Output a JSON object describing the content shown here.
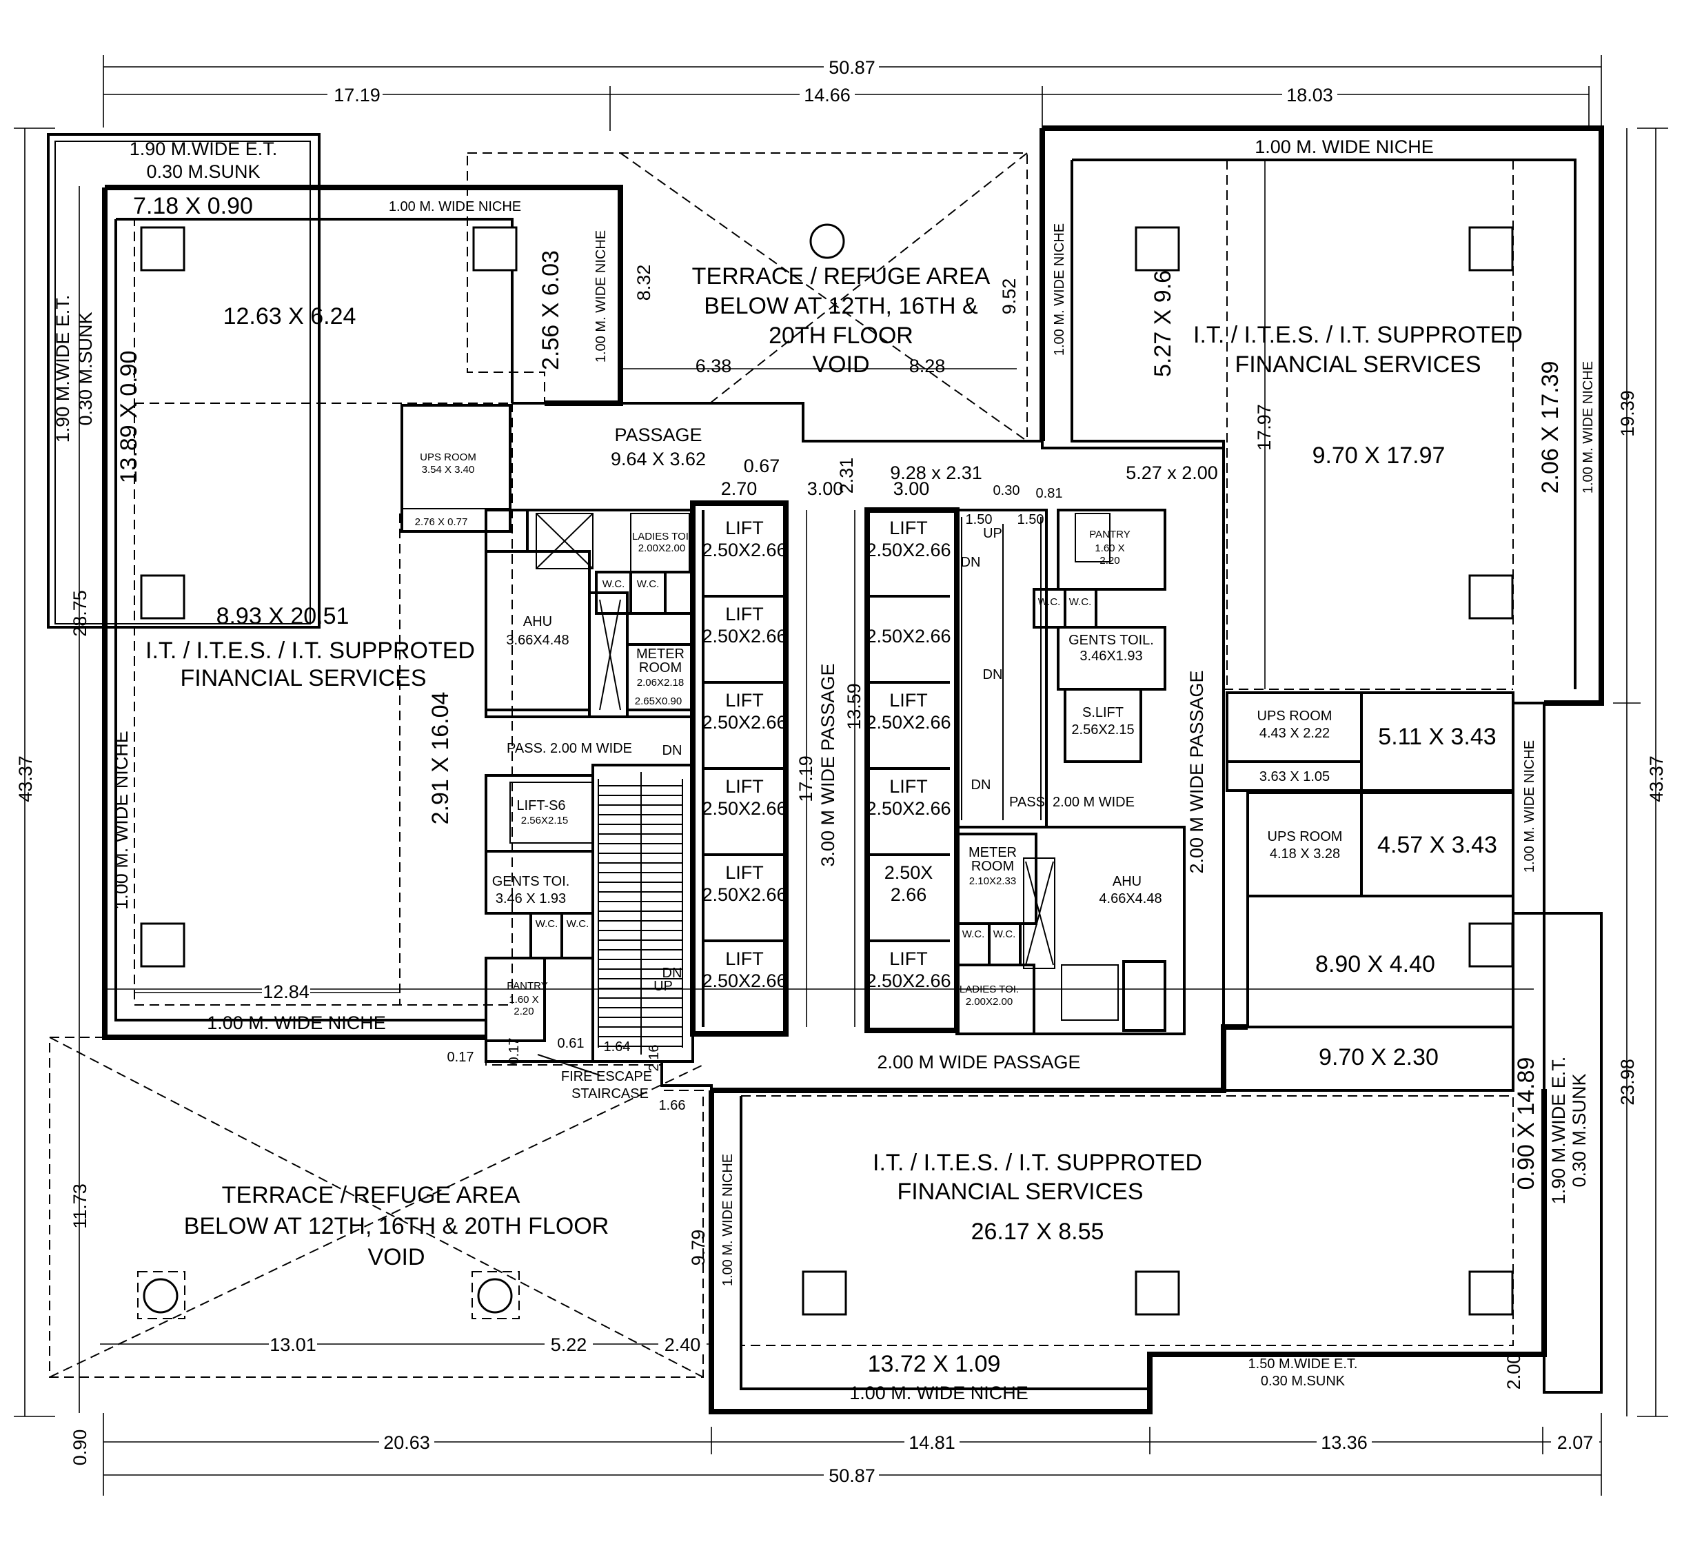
{
  "dimensions": {
    "overall": "50.87",
    "top_segments": [
      "17.19",
      "14.66",
      "18.03"
    ],
    "bottom_segments": [
      "20.63",
      "14.81",
      "13.36",
      "2.07"
    ],
    "overall_bottom": "50.87",
    "left_height": "43.37",
    "right_height": "43.37",
    "right_upper": "19.39",
    "right_lower": "23.98",
    "left_inner": "28.75",
    "left_lower": "11.73",
    "bottom_small": "0.90",
    "right_gap": "2.00",
    "terrace_dims": [
      "13.01",
      "5.22",
      "2.40"
    ],
    "passage_width": "12.84",
    "void_dims": [
      "6.38",
      "8.28",
      "8.32",
      "9.52"
    ],
    "core_height": "17.19",
    "core_left": "13.59",
    "stair_dims": [
      "1.64",
      "1.66",
      "2.16",
      "0.17",
      "0.17",
      "0.61"
    ]
  },
  "rooms": {
    "tl_et": "1.90 M.WIDE E.T.",
    "tl_sunk": "0.30 M.SUNK",
    "left_et": "1.90 M.WIDE E.T.",
    "left_sunk": "0.30 M.SUNK",
    "niche_top_left_dim": "7.18 X 0.90",
    "niche_top_left": "1.00 M. WIDE  NICHE",
    "room_12_63": "12.63 X 6.24",
    "room_2_56": "2.56 X 6.03",
    "niche_vertical_1": "1.00 M. WIDE NICHE",
    "col_13_89": "13.89 X 0.90",
    "ups_room_a": "UPS ROOM",
    "ups_room_a_dim": "3.54 X 3.40",
    "ups_small": "2.76 X 0.77",
    "room_8_93": "8.93 X 20.51",
    "office_left_1": "I.T. / I.T.E.S. / I.T. SUPPROTED",
    "office_left_2": "FINANCIAL  SERVICES",
    "room_2_91": "2.91 X 16.04",
    "niche_left_vertical": "1.00 M. WIDE NICHE",
    "niche_bottom_left": "1.00 M. WIDE  NICHE",
    "terrace_top_1": "TERRACE / REFUGE AREA",
    "terrace_top_2": "BELOW AT 12TH, 16TH &",
    "terrace_top_3": "20TH FLOOR",
    "terrace_top_4": "VOID",
    "passage": "PASSAGE",
    "passage_dim": "9.64 X 3.62",
    "passage_right_dim": "9.28 x 2.31",
    "passage_right_small": "5.27 x 2.00",
    "niche_top_right": "1.00 M. WIDE  NICHE",
    "niche_right_vertical_1": "1.00 M. WIDE NICHE",
    "room_5_27": "5.27 X 9.64",
    "office_tr_1": "I.T. / I.T.E.S. / I.T. SUPPROTED",
    "office_tr_2": "FINANCIAL  SERVICES",
    "room_9_70_17": "9.70 X 17.97",
    "room_2_06": "2.06 X 17.39",
    "niche_right_vertical_2": "1.00 M. WIDE NICHE",
    "dim_17_97": "17.97",
    "ups_room_b": "UPS ROOM",
    "ups_room_b_dim": "4.43 X 2.22",
    "room_3_63": "3.63 X 1.05",
    "room_5_11": "5.11 X 3.43",
    "ups_room_c": "UPS ROOM",
    "ups_room_c_dim": "4.18 X 3.28",
    "room_4_57": "4.57 X 3.43",
    "niche_right_vertical_3": "1.00 M. WIDE NICHE",
    "room_8_90": "8.90 X 4.40",
    "room_9_70_2": "9.70 X 2.30",
    "col_0_90": "0.90 X 14.89",
    "right_et": "1.90 M.WIDE E.T.",
    "right_sunk": "0.30 M.SUNK",
    "office_bottom_1": "I.T. / I.T.E.S. / I.T. SUPPROTED",
    "office_bottom_2": "FINANCIAL  SERVICES",
    "room_26_17": "26.17 X 8.55",
    "niche_bottom_vertical": "1.00 M. WIDE NICHE",
    "dim_9_79": "9.79",
    "room_13_72": "13.72 X 1.09",
    "niche_bottom": "1.00 M. WIDE  NICHE",
    "et_bottom": "1.50 M.WIDE E.T.",
    "et_bottom_sunk": "0.30 M.SUNK",
    "terrace_bl_1": "TERRACE / REFUGE AREA",
    "terrace_bl_2": "BELOW AT 12TH, 16TH & 20TH FLOOR",
    "terrace_bl_3": "VOID",
    "passage_bottom": "2.00 M WIDE PASSAGE",
    "passage_vertical_left": "3.00 M WIDE PASSAGE",
    "passage_vertical_right": "2.00 M WIDE PASSAGE",
    "fire_escape_1": "FIRE ESCAPE",
    "fire_escape_2": "STAIRCASE",
    "ahu_left": "AHU",
    "ahu_left_dim": "3.66X4.48",
    "ahu_right": "AHU",
    "ahu_right_dim": "4.66X4.48",
    "ladies_toi_l": "LADIES TOI.",
    "ladies_toi_l_dim": "2.00X2.00",
    "ladies_toi_r": "LADIES TOI.",
    "ladies_toi_r_dim": "2.00X2.00",
    "meter_l_1": "METER",
    "meter_l_2": "ROOM",
    "meter_l_dim": "2.06X2.18",
    "meter_l_small": "2.65X0.90",
    "meter_r_1": "METER",
    "meter_r_2": "ROOM",
    "meter_r_dim": "2.10X2.33",
    "pass_2m_left": "PASS. 2.00 M WIDE",
    "pass_2m_right": "PASS. 2.00 M WIDE",
    "lift_s6": "LIFT-S6",
    "lift_s6_dim": "2.56X2.15",
    "s_lift": "S.LIFT",
    "s_lift_dim": "2.56X2.15",
    "gents_l": "GENTS TOI.",
    "gents_l_dim": "3.46 X 1.93",
    "gents_r": "GENTS TOIL.",
    "gents_r_dim": "3.46X1.93",
    "pantry_l": "PANTRY",
    "pantry_l_dim": "1.60 X",
    "pantry_l_dim2": "2.20",
    "pantry_r": "PANTRY",
    "pantry_r_dim": "1.60 X",
    "pantry_r_dim2": "2.20",
    "wc": "W.C.",
    "lift": "LIFT",
    "lift_dim": "2.50X2.66",
    "lift_dim_spaced": "2.50X2.66",
    "lift_dim_a": "2.50X",
    "lift_dim_b": "2.66",
    "up": "UP",
    "dn": "DN",
    "core_dims": [
      "2.70",
      "3.00",
      "0.67",
      "2.31",
      "3.00",
      "0.30",
      "0.81",
      "1.50",
      "1.50"
    ]
  }
}
